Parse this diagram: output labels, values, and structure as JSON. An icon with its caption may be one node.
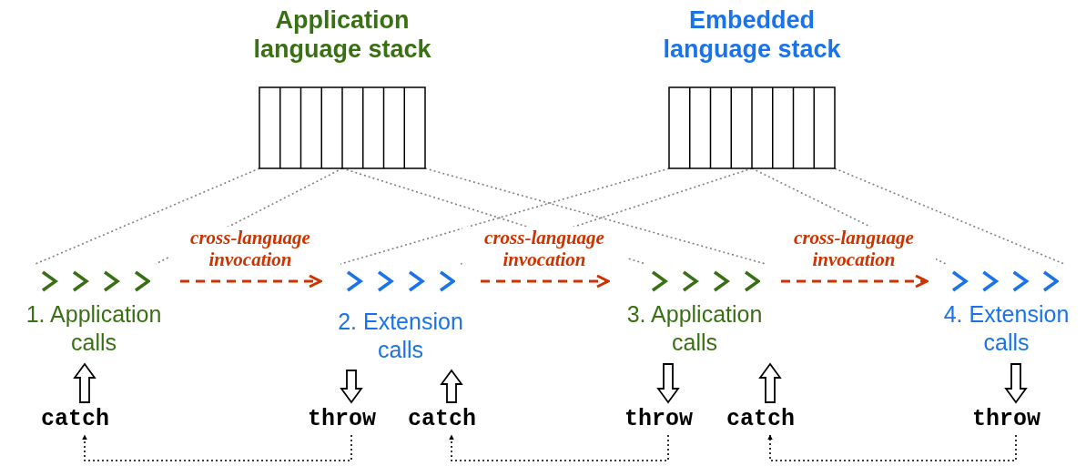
{
  "diagram": {
    "nodes": [
      {
        "text": [
          "Application language stack"
        ]
      },
      {
        "text": [
          "Embedded language stack"
        ]
      },
      {
        "text": [
          "1. Application calls"
        ]
      },
      {
        "text": [
          "2. Extension calls"
        ]
      },
      {
        "text": [
          "3. Application calls"
        ]
      },
      {
        "text": [
          "4. Extension calls"
        ]
      },
      {
        "text": [
          "catch"
        ]
      },
      {
        "text": [
          "throw"
        ]
      },
      {
        "text": [
          "catch"
        ]
      },
      {
        "text": [
          "throw"
        ]
      },
      {
        "text": [
          "catch"
        ]
      },
      {
        "text": [
          "throw"
        ]
      }
    ],
    "edges": [
      {
        "from": 2,
        "to": 3,
        "arrow": "to",
        "label": "cross-language invocation",
        "style": "dashed",
        "color": "#cc3300"
      },
      {
        "from": 3,
        "to": 4,
        "arrow": "to",
        "label": "cross-language invocation",
        "style": "dashed",
        "color": "#cc3300"
      },
      {
        "from": 4,
        "to": 5,
        "arrow": "to",
        "label": "cross-language invocation",
        "style": "dashed",
        "color": "#cc3300"
      },
      {
        "from": 0,
        "to": 2,
        "arrow": "none",
        "style": "dashed",
        "color": "#808080"
      },
      {
        "from": 0,
        "to": 2,
        "arrow": "none",
        "style": "dashed",
        "color": "#808080"
      },
      {
        "from": 0,
        "to": 4,
        "arrow": "none",
        "style": "dashed",
        "color": "#808080"
      },
      {
        "from": 0,
        "to": 4,
        "arrow": "none",
        "style": "dashed",
        "color": "#808080"
      },
      {
        "from": 1,
        "to": 3,
        "arrow": "none",
        "style": "dashed",
        "color": "#808080"
      },
      {
        "from": 1,
        "to": 3,
        "arrow": "none",
        "style": "dashed",
        "color": "#808080"
      },
      {
        "from": 1,
        "to": 5,
        "arrow": "none",
        "style": "dashed",
        "color": "#808080"
      },
      {
        "from": 1,
        "to": 5,
        "arrow": "none",
        "style": "dashed",
        "color": "#808080"
      },
      {
        "from": 6,
        "to": 2,
        "arrow": "to"
      },
      {
        "from": 3,
        "to": 7,
        "arrow": "to"
      },
      {
        "from": 8,
        "to": 3,
        "arrow": "to"
      },
      {
        "from": 4,
        "to": 9,
        "arrow": "to"
      },
      {
        "from": 10,
        "to": 4,
        "arrow": "to"
      },
      {
        "from": 5,
        "to": 11,
        "arrow": "to"
      },
      {
        "from": 7,
        "to": 6,
        "arrow": "to",
        "style": "dashed",
        "color": "#000000"
      },
      {
        "from": 9,
        "to": 8,
        "arrow": "to",
        "style": "dashed",
        "color": "#000000"
      },
      {
        "from": 11,
        "to": 10,
        "arrow": "to",
        "style": "dashed",
        "color": "#000000"
      }
    ]
  }
}
